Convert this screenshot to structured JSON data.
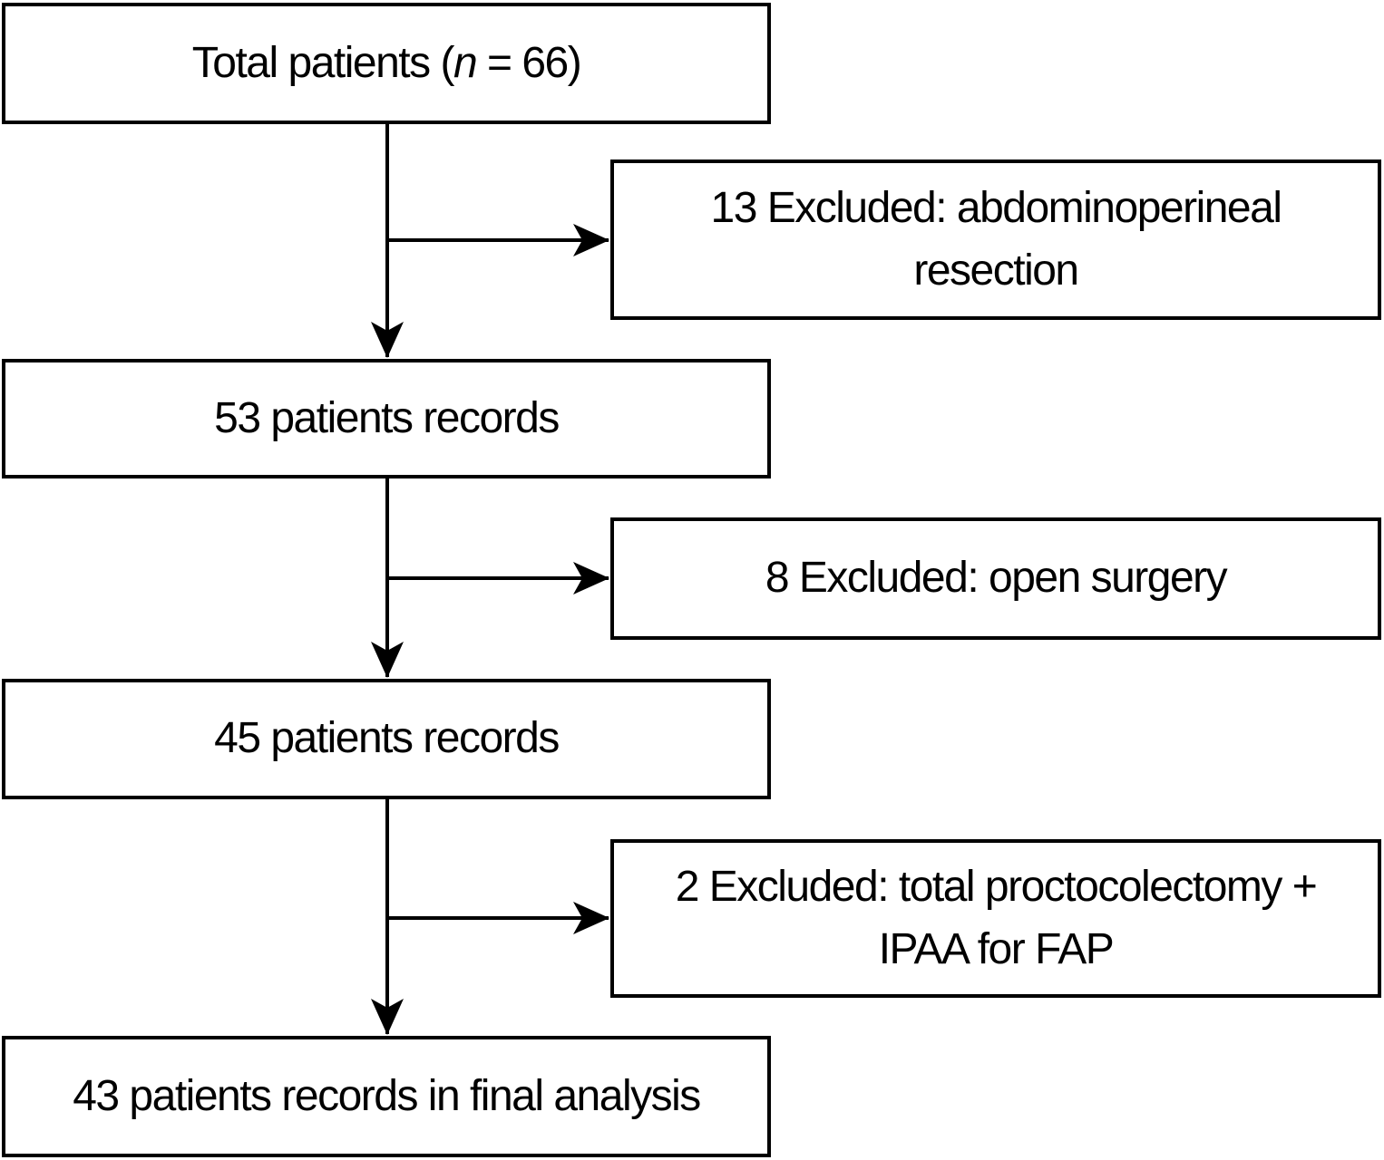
{
  "colors": {
    "stroke": "#000000",
    "text": "#000000",
    "background": "#ffffff"
  },
  "flow": {
    "main": [
      {
        "id": "total-patients",
        "prefix": "Total patients (",
        "variable": "n",
        "suffix": " = 66)"
      },
      {
        "id": "records-53",
        "label": "53 patients records"
      },
      {
        "id": "records-45",
        "label": "45 patients records"
      },
      {
        "id": "final-analysis",
        "label": "43 patients records in final analysis"
      }
    ],
    "exclusions": [
      {
        "id": "excluded-abdominoperineal",
        "label": "13 Excluded: abdominoperineal\nresection"
      },
      {
        "id": "excluded-open-surgery",
        "label": "8 Excluded: open surgery"
      },
      {
        "id": "excluded-proctocolectomy",
        "label": "2 Excluded: total proctocolectomy +\nIPAA for FAP"
      }
    ],
    "edges": [
      {
        "from": "total-patients",
        "to": "records-53"
      },
      {
        "from": "total-patients",
        "to": "excluded-abdominoperineal"
      },
      {
        "from": "records-53",
        "to": "records-45"
      },
      {
        "from": "records-53",
        "to": "excluded-open-surgery"
      },
      {
        "from": "records-45",
        "to": "final-analysis"
      },
      {
        "from": "records-45",
        "to": "excluded-proctocolectomy"
      }
    ]
  }
}
